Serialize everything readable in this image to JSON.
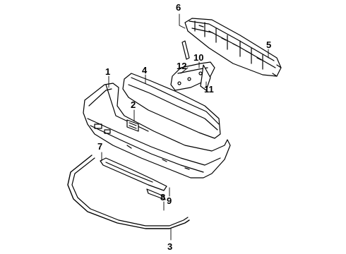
{
  "diagram": {
    "callouts": [
      {
        "id": "c1",
        "text": "1"
      },
      {
        "id": "c2",
        "text": "2"
      },
      {
        "id": "c3",
        "text": "3"
      },
      {
        "id": "c4",
        "text": "4"
      },
      {
        "id": "c5",
        "text": "5"
      },
      {
        "id": "c6",
        "text": "6"
      },
      {
        "id": "c7",
        "text": "7"
      },
      {
        "id": "c8",
        "text": "8"
      },
      {
        "id": "c9",
        "text": "9"
      },
      {
        "id": "c10",
        "text": "10"
      },
      {
        "id": "c11",
        "text": "11"
      },
      {
        "id": "c12",
        "text": "12"
      }
    ],
    "line_color": "#000000",
    "background": "#ffffff"
  }
}
